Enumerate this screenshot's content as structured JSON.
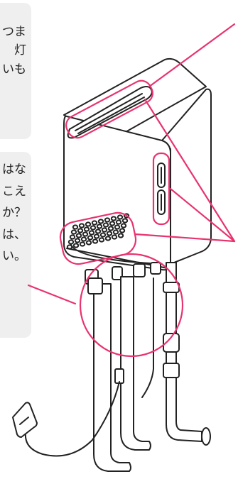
{
  "top_note": {
    "lines": [
      "つま",
      "灯",
      "いも"
    ]
  },
  "mid_note": {
    "lines": [
      "はな",
      "",
      "こえ",
      "",
      "か？",
      "は、",
      "い。"
    ]
  },
  "colors": {
    "accent": "#e8336e",
    "card": "#efefef",
    "line": "#222222"
  },
  "illustration": {
    "subject": "water-heater-icon"
  }
}
